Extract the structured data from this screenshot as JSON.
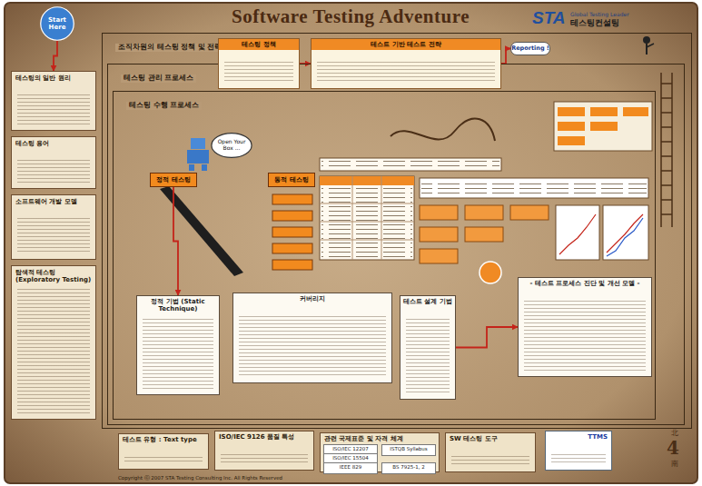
{
  "diagram": {
    "title": "Software Testing Adventure",
    "nodes": [
      {
        "text": [
          "Start Here"
        ]
      },
      {
        "text": [
          "테스팅의 일반 원리"
        ]
      },
      {
        "text": [
          "테스팅 용어"
        ]
      },
      {
        "text": [
          "소프트웨어 개발 모델"
        ]
      },
      {
        "text": [
          "탐색적 테스팅 (Exploratory Testing)"
        ]
      },
      {
        "text": [
          "조직차원의 테스팅 정책 및 전략 프로세스"
        ]
      },
      {
        "text": [
          "테스팅 관리 프로세스"
        ],
        "in": 5
      },
      {
        "text": [
          "테스팅 수행 프로세스"
        ],
        "in": 6
      },
      {
        "text": [
          "테스팅 정책"
        ],
        "in": 5
      },
      {
        "text": [
          "테스트 기반 테스트 전략"
        ],
        "in": 5
      },
      {
        "text": [
          "Reporting !"
        ],
        "in": 5
      },
      {
        "text": [
          "정적 테스팅"
        ],
        "in": 7
      },
      {
        "text": [
          "Open Your Box ..."
        ],
        "in": 7
      },
      {
        "text": [
          "동적 테스팅"
        ],
        "in": 7
      },
      {
        "text": [
          "정적 기법 (Static Technique)"
        ],
        "in": 7
      },
      {
        "text": [
          "커버리지"
        ],
        "in": 7
      },
      {
        "text": [
          "테스트 설계 기법"
        ],
        "in": 7
      },
      {
        "text": [
          "- 테스트 프로세스 진단 및 개선 모델 -"
        ],
        "in": 7
      },
      {
        "text": [
          "테스트 유형 : Text type"
        ]
      },
      {
        "text": [
          "ISO/IEC 9126 품질 특성"
        ]
      },
      {
        "text": [
          "관련 국제표준 및 자격 체계"
        ]
      },
      {
        "text": [
          "ISO/IEC 12207"
        ],
        "in": 20
      },
      {
        "text": [
          "ISTQB Syllabus"
        ],
        "in": 20
      },
      {
        "text": [
          "ISO/IEC 15504"
        ],
        "in": 20
      },
      {
        "text": [
          "IEEE 829"
        ],
        "in": 20
      },
      {
        "text": [
          "BS 7925-1, 2"
        ],
        "in": 20
      },
      {
        "text": [
          "SW 테스팅 도구"
        ]
      },
      {
        "text": [
          "TTMS"
        ]
      }
    ],
    "edges": [
      {
        "from": 0,
        "to": 1,
        "arrow": "to"
      },
      {
        "from": 8,
        "to": 9,
        "arrow": "to"
      },
      {
        "from": 9,
        "to": 10,
        "arrow": "to"
      },
      {
        "from": 11,
        "to": 14,
        "arrow": "to"
      },
      {
        "from": 16,
        "to": 17,
        "arrow": "to"
      }
    ],
    "labels": [
      "STA",
      "Global Testing Leader",
      "테스팅컨설팅",
      "北",
      "4",
      "南",
      "Copyright ⓒ 2007 STA Testing Consulting Inc. All Rights Reserved"
    ]
  }
}
